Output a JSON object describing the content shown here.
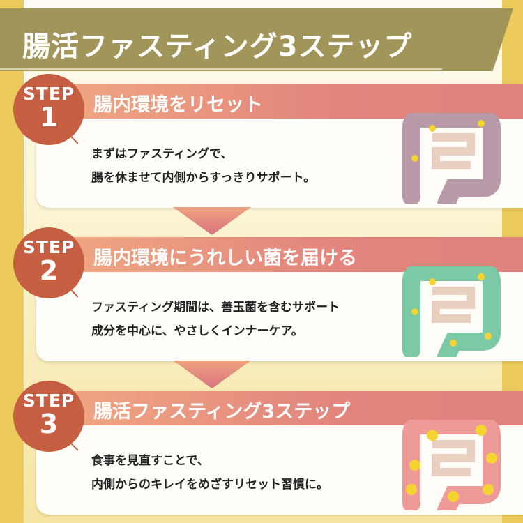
{
  "title": "腸活ファスティング3ステップ",
  "steps": [
    {
      "badge": "STEP",
      "number": "1",
      "heading": "腸内環境をリセット",
      "lines": [
        "まずはファスティングで、",
        "腸を休ませて内側からすっきりサポート。"
      ],
      "color": "#b89aa8"
    },
    {
      "badge": "STEP",
      "number": "2",
      "heading": "腸内環境にうれしい菌を届ける",
      "lines": [
        "ファスティング期間は、善玉菌を含むサポート",
        "成分を中心に、やさしくインナーケア。"
      ],
      "color": "#7cc9a6"
    },
    {
      "badge": "STEP",
      "number": "3",
      "heading": "腸活ファスティング3ステップ",
      "lines": [
        "食事を見直すことで、",
        "内側からのキレイをめざすリセット習慣に。"
      ],
      "color": "#ee9a98"
    }
  ]
}
